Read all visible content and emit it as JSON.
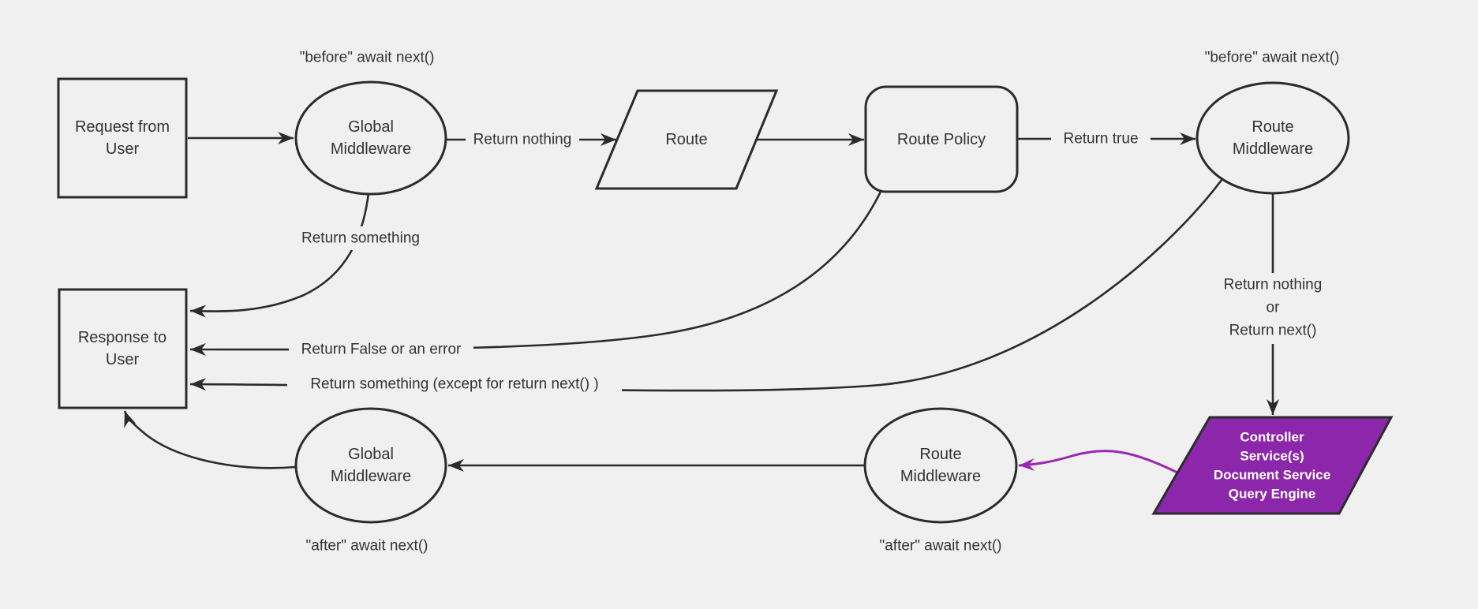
{
  "nodes": {
    "request": {
      "lines": [
        "Request from",
        "User"
      ]
    },
    "global_middleware_top": {
      "lines": [
        "Global",
        "Middleware"
      ]
    },
    "route": {
      "label": "Route"
    },
    "route_policy": {
      "label": "Route Policy"
    },
    "route_middleware_top": {
      "lines": [
        "Route",
        "Middleware"
      ]
    },
    "response": {
      "lines": [
        "Response to",
        "User"
      ]
    },
    "global_middleware_bottom": {
      "lines": [
        "Global",
        "Middleware"
      ]
    },
    "route_middleware_bottom": {
      "lines": [
        "Route",
        "Middleware"
      ]
    },
    "controller": {
      "lines": [
        "Controller",
        "Service(s)",
        "Document Service",
        "Query Engine"
      ]
    }
  },
  "edge_labels": {
    "before_left": "\"before\" await next()",
    "before_right": "\"before\" await next()",
    "return_nothing": "Return nothing",
    "return_something": "Return something",
    "return_true": "Return true",
    "return_false": "Return False or an error",
    "return_something_except": "Return something (except for return next() )",
    "return_nothing_or": [
      "Return nothing",
      "or",
      "Return next()"
    ],
    "after_left": "\"after\" await next()",
    "after_right": "\"after\" await next()"
  },
  "colors": {
    "background": "#f0f0f0",
    "line": "#2b2b2b",
    "text": "#333333",
    "controller_fill": "#8c26aa",
    "controller_text": "#ffffff",
    "purple_arrow": "#9b27b0"
  }
}
